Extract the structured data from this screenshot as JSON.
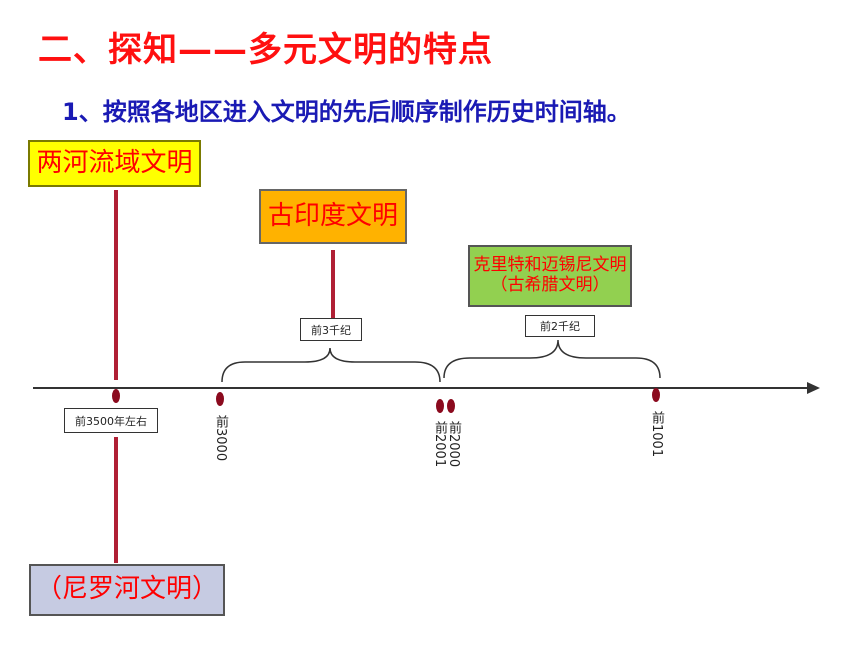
{
  "header": {
    "title": "二、探知——多元文明的特点",
    "subtitle": "1、按照各地区进入文明的先后顺序制作历史时间轴。"
  },
  "civilizations": {
    "mesopotamia": "两河流域文明",
    "india": "古印度文明",
    "aegean_line1": "克里特和迈锡尼文明",
    "aegean_line2": "（古希腊文明）",
    "egypt": "（尼罗河文明）"
  },
  "periods": {
    "start_3500": "前3500年左右",
    "third_millennium": "前3千纪",
    "second_millennium": "前2千纪"
  },
  "dates": {
    "bc3000": "前3000",
    "bc2001": "前2001",
    "bc2000": "前2000",
    "bc1001": "前1001"
  },
  "colors": {
    "title": "#ff1010",
    "subtitle": "#1a1ab4",
    "marker": "#8b0a1e",
    "mesopotamia_fill": "#ffff00",
    "india_fill": "#ffb200",
    "aegean_fill": "#92d050",
    "egypt_fill": "#c6cbe2"
  }
}
